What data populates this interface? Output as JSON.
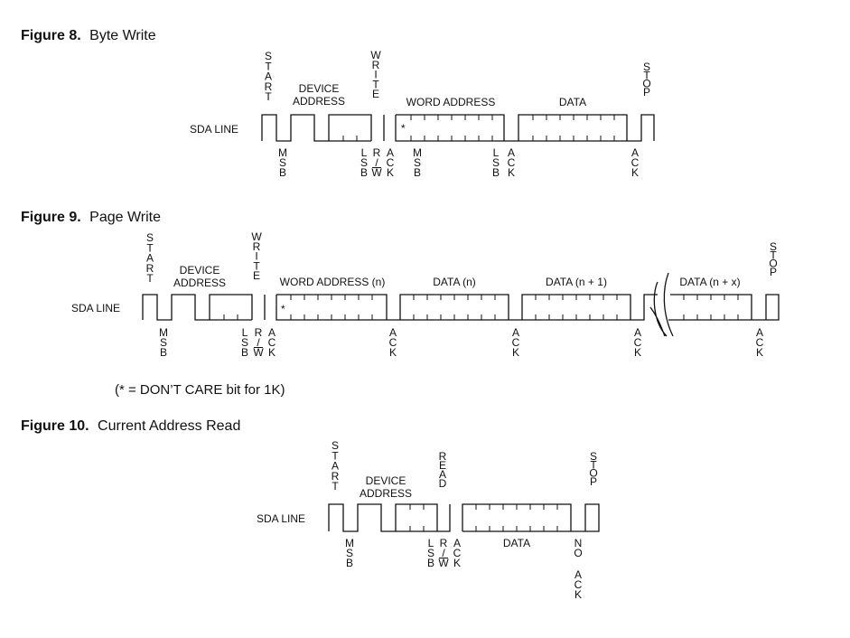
{
  "figures": [
    {
      "number": "Figure 8.",
      "title": "Byte Write",
      "sda_label": "SDA LINE",
      "top": {
        "start": "START",
        "device_address": [
          "DEVICE",
          "ADDRESS"
        ],
        "write": "WRITE",
        "word_address": "WORD ADDRESS",
        "data": "DATA",
        "stop": "STOP"
      },
      "bottom": {
        "msb": "MSB",
        "lsb": "LSB",
        "rw": [
          "R",
          "/",
          "W"
        ],
        "ack": "ACK",
        "msb2": "MSB",
        "lsb2": "LSB",
        "ack2": "ACK",
        "ack3": "ACK"
      },
      "dont_care": "*"
    },
    {
      "number": "Figure 9.",
      "title": "Page Write",
      "sda_label": "SDA LINE",
      "top": {
        "start": "START",
        "device_address": [
          "DEVICE",
          "ADDRESS"
        ],
        "write": "WRITE",
        "word_address": "WORD ADDRESS (n)",
        "data_n": "DATA (n)",
        "data_n1": "DATA (n + 1)",
        "data_nx": "DATA (n + x)",
        "stop": "STOP"
      },
      "bottom": {
        "msb": "MSB",
        "lsb": "LSB",
        "rw": [
          "R",
          "/",
          "W"
        ],
        "ack": "ACK",
        "acks": [
          "ACK",
          "ACK",
          "ACK",
          "ACK"
        ]
      },
      "dont_care": "*",
      "note": "(* = DON’T CARE bit for 1K)"
    },
    {
      "number": "Figure 10.",
      "title": "Current Address Read",
      "sda_label": "SDA LINE",
      "top": {
        "start": "START",
        "device_address": [
          "DEVICE",
          "ADDRESS"
        ],
        "read": "READ",
        "stop": "STOP"
      },
      "bottom": {
        "msb": "MSB",
        "lsb": "LSB",
        "rw": [
          "R",
          "/",
          "W"
        ],
        "ack": "ACK",
        "data": "DATA",
        "no_ack": [
          "NO",
          "ACK"
        ]
      }
    }
  ]
}
